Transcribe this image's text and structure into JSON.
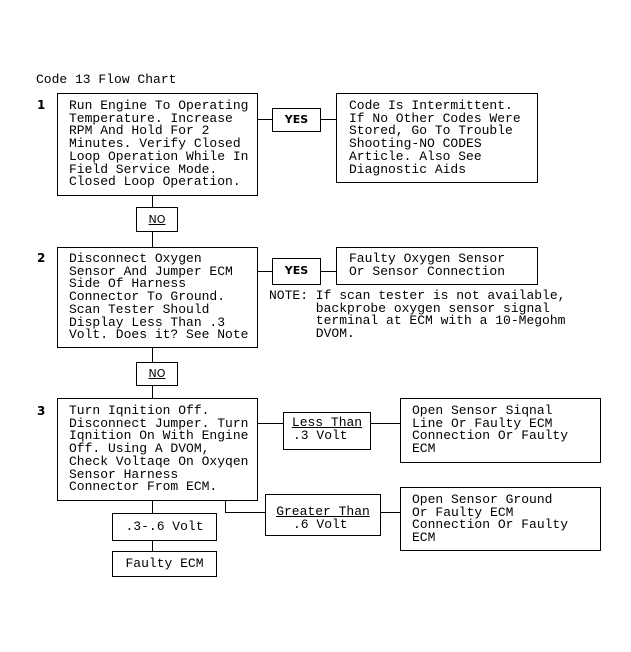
{
  "title": "Code 13 Flow Chart",
  "steps": [
    {
      "number": "1",
      "text": "Run Engine To Operating\nTemperature. Increase\nRPM And Hold For 2\nMinutes. Verify Closed\nLoop Operation While In\nField Service Mode.\nClosed Loop Operation.",
      "yes_label": "YES",
      "yes_result": "Code Is Intermittent.\nIf No Other Codes Were\nStored, Go To Trouble\nShooting-NO CODES\nArticle. Also See\nDiagnostic Aids",
      "no_label": "NO"
    },
    {
      "number": "2",
      "text": "Disconnect Oxygen\nSensor And Jumper ECM\nSide Of Harness\nConnector To Ground.\nScan Tester Should\nDisplay Less Than .3\nVolt. Does it? See Note",
      "yes_label": "YES",
      "yes_result": "Faulty Oxygen Sensor\nOr Sensor Connection",
      "note": "NOTE: If scan tester is not available,\n      backprobe oxygen sensor signal\n      terminal at ECM with a 10-Megohm\n      DVOM.",
      "no_label": "NO"
    },
    {
      "number": "3",
      "text": "Turn Iqnition Off.\nDisconnect Jumper. Turn\nIqnition On With Engine\nOff. Using A DVOM,\nCheck Voltaqe On Oxyqen\nSensor Harness\nConnector From ECM.",
      "less_label_top": "Less Than",
      "less_label_bottom": ".3 Volt",
      "less_result": "Open Sensor Siqnal\nLine Or Faulty ECM\nConnection Or Faulty\nECM",
      "greater_label_top": "Greater Than",
      "greater_label_bottom": ".6 Volt",
      "greater_result": "Open Sensor Ground\nOr Faulty ECM\nConnection Or Faulty\nECM",
      "mid_label": ".3-.6 Volt",
      "mid_result": "Faulty ECM"
    }
  ]
}
